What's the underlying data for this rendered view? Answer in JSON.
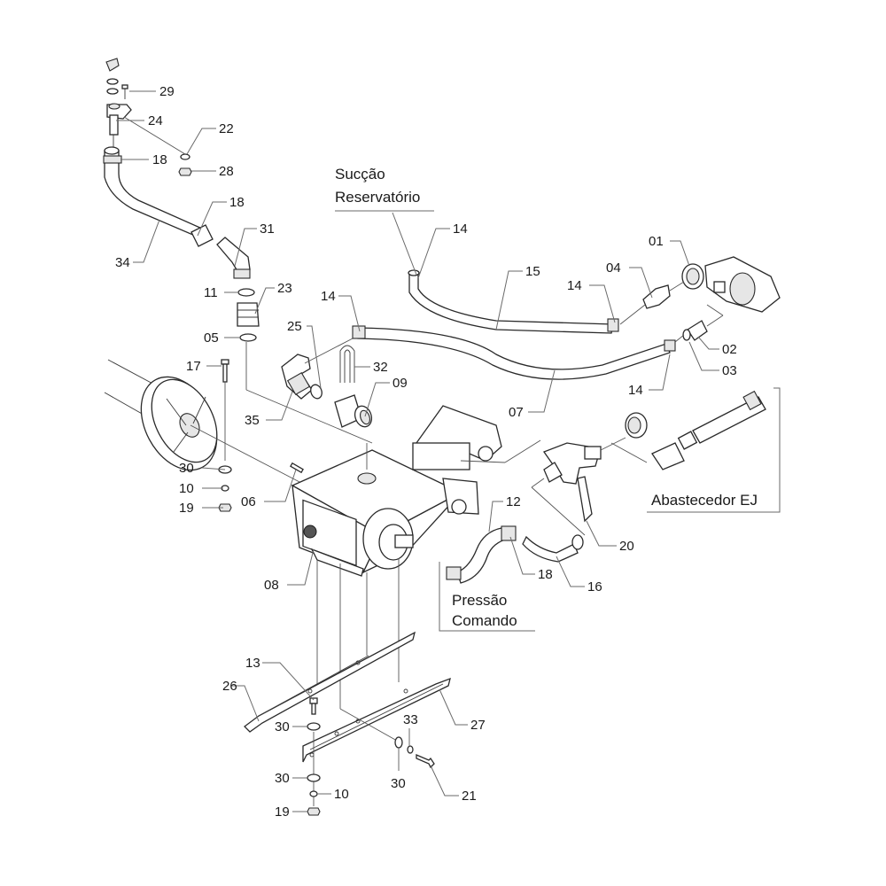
{
  "captions": {
    "succao_line1": "Sucção",
    "succao_line2": "Reservatório",
    "abastecedor": "Abastecedor EJ",
    "pressao_line1": "Pressão",
    "pressao_line2": "Comando"
  },
  "callouts": {
    "c29": "29",
    "c24": "24",
    "c22": "22",
    "c18a": "18",
    "c28": "28",
    "c18b": "18",
    "c31": "31",
    "c34": "34",
    "c11": "11",
    "c23": "23",
    "c05": "05",
    "c14a": "14",
    "c25": "25",
    "c32": "32",
    "c17": "17",
    "c35": "35",
    "c09": "09",
    "c14b": "14",
    "c15": "15",
    "c14c": "14",
    "c04": "04",
    "c01": "01",
    "c02": "02",
    "c03": "03",
    "c14d": "14",
    "c07": "07",
    "c30a": "30",
    "c10a": "10",
    "c19a": "19",
    "c06": "06",
    "c08": "08",
    "c12": "12",
    "c20": "20",
    "c18c": "18",
    "c16": "16",
    "c13": "13",
    "c26": "26",
    "c30b": "30",
    "c27": "27",
    "c33": "33",
    "c30c": "30",
    "c21": "21",
    "c30d": "30",
    "c10b": "10",
    "c19b": "19"
  }
}
